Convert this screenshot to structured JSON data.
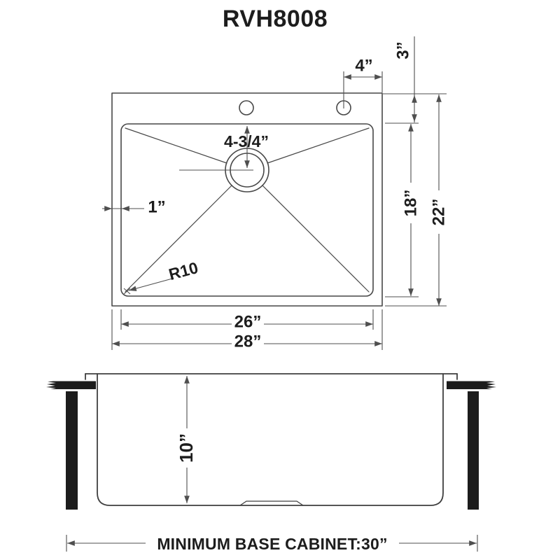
{
  "title": "RVH8008",
  "colors": {
    "line": "#474747",
    "dimension": "#4f4f4f",
    "text": "#1d1d1d",
    "solid_fill": "#1c1c1c",
    "background": "#ffffff"
  },
  "top_view": {
    "dims": {
      "hole_to_edge": "4”",
      "deck_depth": "3”",
      "drain_from_bowl_top": "4-3/4”",
      "rim_width": "1”",
      "corner_radius": "R10",
      "bowl_front_back": "18”",
      "overall_front_back": "22”",
      "bowl_width": "26”",
      "overall_width": "28”"
    }
  },
  "side_view": {
    "dims": {
      "bowl_depth": "10”"
    }
  },
  "footer": {
    "min_base_cabinet": "MINIMUM BASE CABINET:30”"
  }
}
